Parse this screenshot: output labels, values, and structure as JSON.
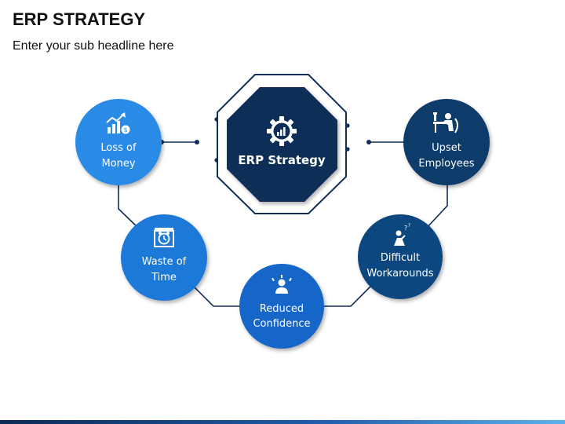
{
  "header": {
    "title": "ERP STRATEGY",
    "subtitle": "Enter your sub headline here"
  },
  "center": {
    "label": "ERP Strategy",
    "icon": "gear-chart-icon"
  },
  "nodes": [
    {
      "id": "loss-of-money",
      "lines": [
        "Loss of",
        "Money"
      ],
      "icon": "money-growth-icon",
      "color": "#2b8be6"
    },
    {
      "id": "waste-of-time",
      "lines": [
        "Waste of",
        "Time"
      ],
      "icon": "alarm-clock-icon",
      "color": "#1e79d8"
    },
    {
      "id": "reduced-confidence",
      "lines": [
        "Reduced",
        "Confidence"
      ],
      "icon": "stressed-person-icon",
      "color": "#1565c8"
    },
    {
      "id": "difficult-workarounds",
      "lines": [
        "Difficult",
        "Workarounds"
      ],
      "icon": "confused-person-icon",
      "color": "#11467f"
    },
    {
      "id": "upset-employees",
      "lines": [
        "Upset",
        "Employees"
      ],
      "icon": "tired-worker-icon",
      "color": "#0e3a6a"
    }
  ],
  "colors": {
    "navy": "#0f2d57",
    "line": "#0f2d57"
  }
}
